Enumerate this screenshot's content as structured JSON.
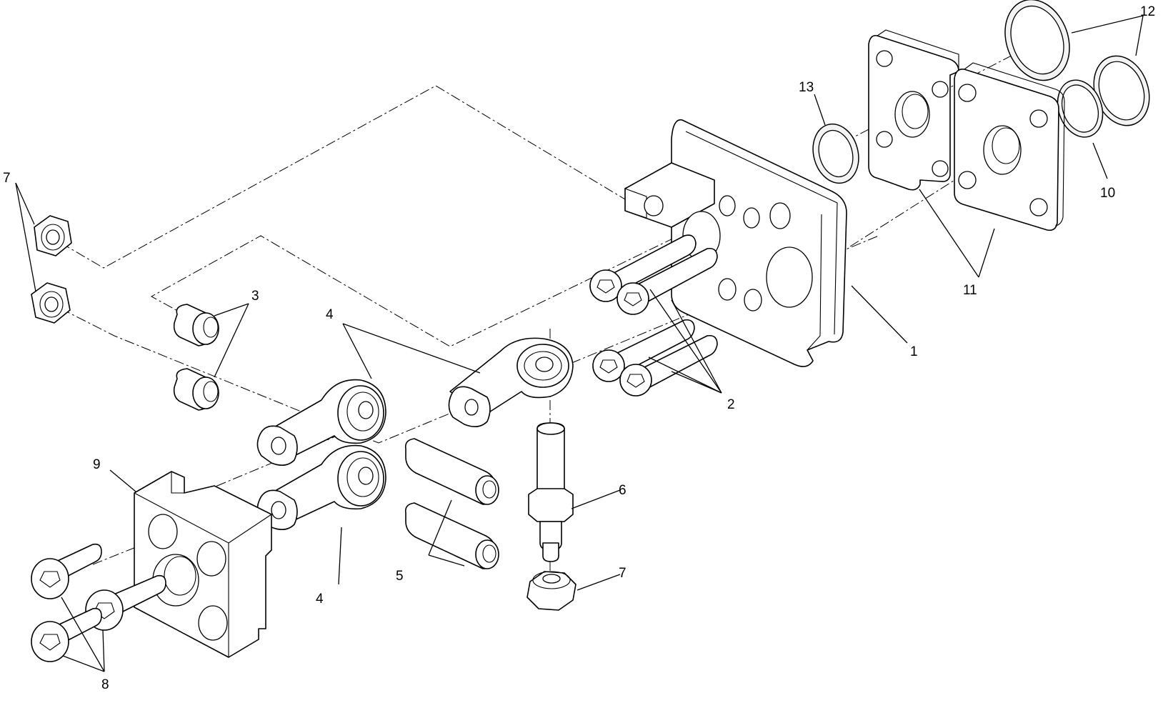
{
  "callouts": {
    "c1": "1",
    "c2": "2",
    "c3": "3",
    "c4_top": "4",
    "c4_bottom": "4",
    "c5": "5",
    "c6": "6",
    "c7_left": "7",
    "c7_bottom": "7",
    "c8": "8",
    "c9": "9",
    "c10": "10",
    "c11": "11",
    "c12": "12",
    "c13": "13"
  },
  "colors": {
    "line": "#000000",
    "background": "#ffffff"
  }
}
